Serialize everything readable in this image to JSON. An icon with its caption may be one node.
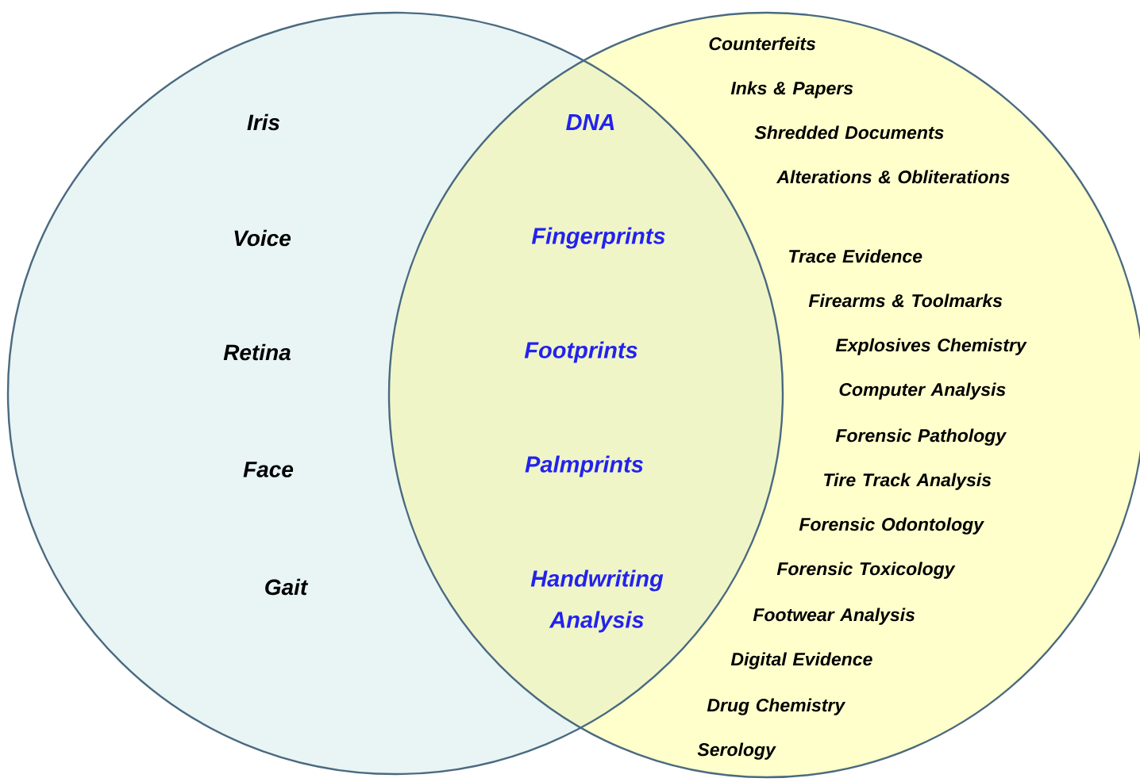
{
  "diagram": {
    "nodes": [
      {
        "text": [
          "Iris",
          "Voice",
          "Retina",
          "Face",
          "Gait"
        ]
      },
      {
        "text": [
          "Counterfeits",
          "Inks & Papers",
          "Shredded Documents",
          "Alterations & Obliterations",
          "Trace Evidence",
          "Firearms & Toolmarks",
          "Explosives Chemistry",
          "Computer Analysis",
          "Forensic Pathology",
          "Tire Track Analysis",
          "Forensic Odontology",
          "Forensic Toxicology",
          "Footwear Analysis",
          "Digital Evidence",
          "Drug Chemistry",
          "Serology"
        ]
      }
    ],
    "labels": [
      "DNA",
      "Fingerprints",
      "Footprints",
      "Palmprints",
      "Handwriting Analysis"
    ]
  }
}
